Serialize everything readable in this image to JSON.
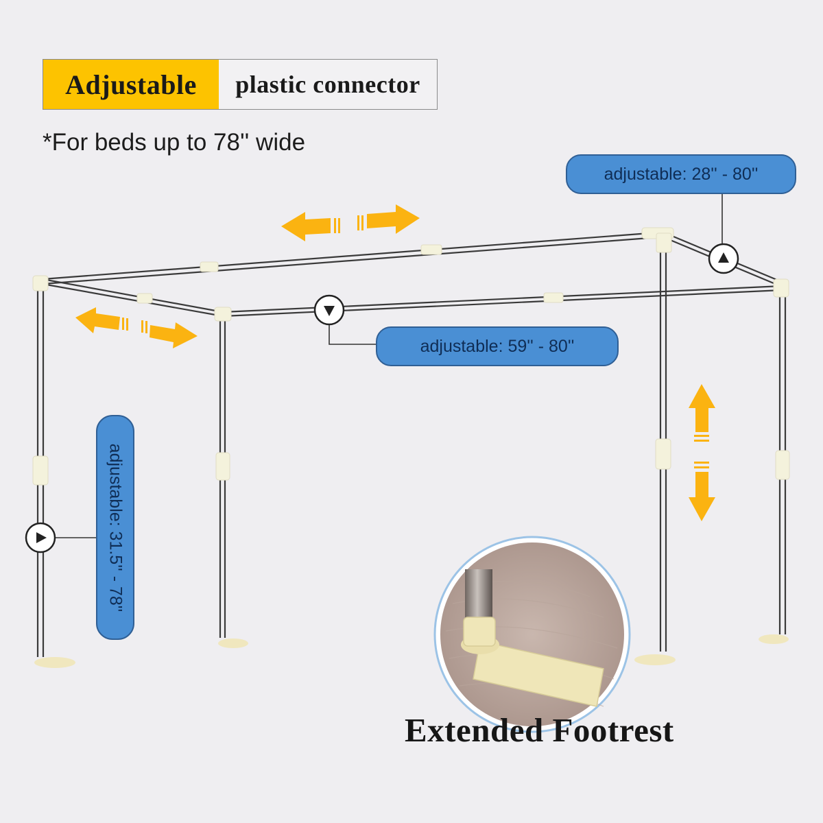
{
  "header": {
    "highlight_label": "Adjustable",
    "title_rest": "plastic connector",
    "note": "*For beds up to 78'' wide"
  },
  "callouts": {
    "depth": {
      "label": "adjustable: 28'' - 80''",
      "marker": "up-triangle"
    },
    "width": {
      "label": "adjustable: 59'' - 80''",
      "marker": "down-triangle"
    },
    "height": {
      "label": "adjustable: 31.5'' - 78''",
      "marker": "right-triangle"
    }
  },
  "inset": {
    "label": "Extended Footrest"
  },
  "colors": {
    "background": "#efeef1",
    "accent_yellow": "#fdc300",
    "arrow_orange": "#fbb311",
    "pill_blue": "#4a8fd4",
    "pill_border": "#2f5f95",
    "connector_cream": "#f4f2dc",
    "foot_cream": "#efe6b8"
  },
  "arrows": [
    {
      "name": "top-horizontal-arrows",
      "direction": "left-right"
    },
    {
      "name": "left-diagonal-arrows",
      "direction": "left-right"
    },
    {
      "name": "right-vertical-arrows",
      "direction": "up-down"
    }
  ]
}
